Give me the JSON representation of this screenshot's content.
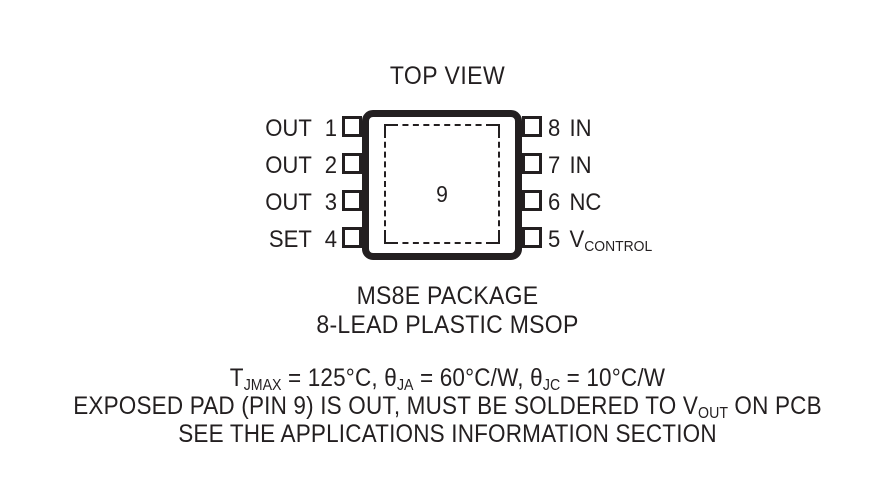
{
  "diagram": {
    "view_title": "TOP VIEW",
    "exposed_pad_number": "9",
    "pins_left": [
      {
        "name": "OUT",
        "number": "1"
      },
      {
        "name": "OUT",
        "number": "2"
      },
      {
        "name": "OUT",
        "number": "3"
      },
      {
        "name": "SET",
        "number": "4"
      }
    ],
    "pins_right": [
      {
        "number": "8",
        "name": "IN",
        "sub": ""
      },
      {
        "number": "7",
        "name": "IN",
        "sub": ""
      },
      {
        "number": "6",
        "name": "NC",
        "sub": ""
      },
      {
        "number": "5",
        "name": "V",
        "sub": "CONTROL"
      }
    ]
  },
  "captions": {
    "package_name": "MS8E PACKAGE",
    "package_type": "8-LEAD PLASTIC MSOP",
    "thermal_spec": {
      "tjmax_label": "T",
      "tjmax_sub": "JMAX",
      "tjmax_value": " = 125°C, ",
      "theta_ja_symbol": "θ",
      "theta_ja_sub": "JA",
      "theta_ja_value": " = 60°C/W, ",
      "theta_jc_symbol": "θ",
      "theta_jc_sub": "JC",
      "theta_jc_value": " = 10°C/W"
    },
    "exposed_pad_note_part1": "EXPOSED PAD (PIN 9) IS OUT, MUST BE SOLDERED TO V",
    "exposed_pad_note_sub": "OUT",
    "exposed_pad_note_part2": " ON PCB",
    "see_section_note": "SEE THE APPLICATIONS INFORMATION SECTION"
  },
  "colors": {
    "ink": "#231f20",
    "background": "#ffffff"
  }
}
